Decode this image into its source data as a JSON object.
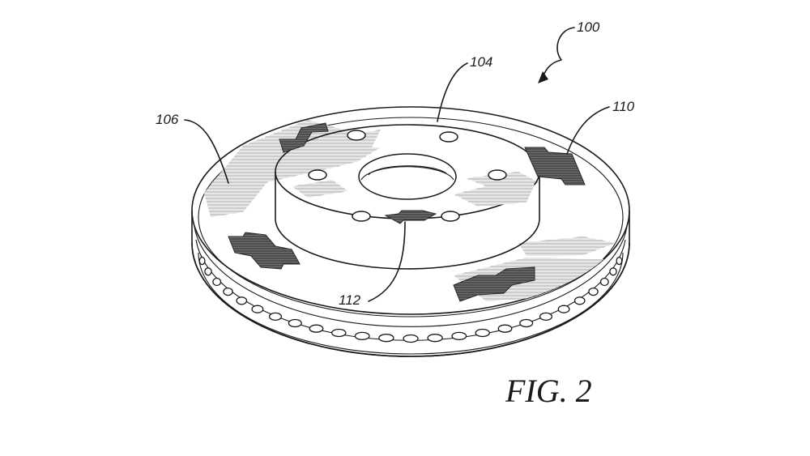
{
  "figure": {
    "caption": "FIG. 2",
    "references": {
      "assembly": "100",
      "hub": "104",
      "rotor_face": "106",
      "emblem": "110",
      "center_emblem": "112"
    }
  }
}
